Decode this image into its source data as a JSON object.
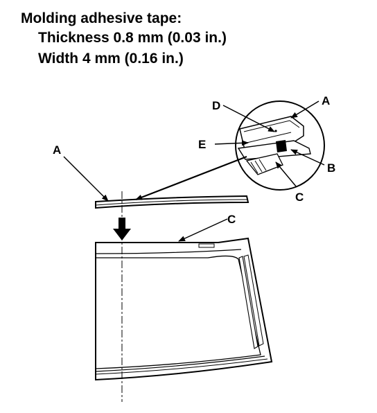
{
  "spec": {
    "title": "Molding adhesive tape:",
    "thickness": "Thickness 0.8 mm (0.03 in.)",
    "width": "Width 4 mm (0.16 in.)"
  },
  "callouts": {
    "a_detail": "A",
    "b_detail": "B",
    "c_detail": "C",
    "d_detail": "D",
    "e_detail": "E",
    "a_molding": "A",
    "c_windshield": "C"
  }
}
